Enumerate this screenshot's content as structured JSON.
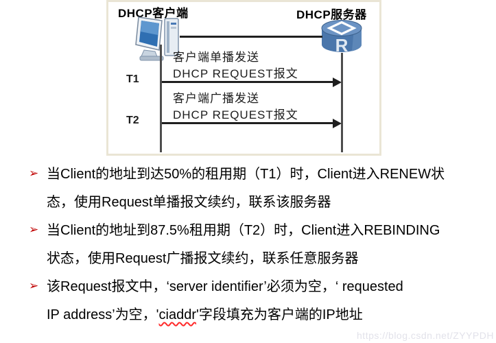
{
  "colors": {
    "bullet_red": "#c00000",
    "line_dark": "#1f1f1f",
    "diagram_border": "#eae5d5",
    "router_blue": "#4a76ab",
    "router_top": "#6b93c4",
    "watermark_gray": "#e2e2ea"
  },
  "diagram": {
    "client_label": "DHCP客户端",
    "server_label": "DHCP服务器",
    "client_icon": "desktop-computer-icon",
    "server_icon": "router-icon",
    "router_letter": "R",
    "t1_label": "T1",
    "t2_label": "T2",
    "arrow1_caption_line1": "客户端单播发送",
    "arrow1_caption_line2": "DHCP REQUEST报文",
    "arrow2_caption_line1": "客户端广播发送",
    "arrow2_caption_line2": "DHCP REQUEST报文"
  },
  "bullets": [
    {
      "marker": "➢",
      "line1": "当Client的地址到达50%的租用期（T1）时，Client进入RENEW状",
      "line2": "态，使用Request单播报文续约，联系该服务器"
    },
    {
      "marker": "➢",
      "line1": "当Client的地址到87.5%租用期（T2）时，Client进入REBINDING",
      "line2": "状态，使用Request广播报文续约，联系任意服务器"
    },
    {
      "marker": "➢",
      "line1": "该Request报文中，‘server identifier’必须为空，‘ requested",
      "line2_pre": "IP address’为空，'",
      "line2_word": "ciaddr",
      "line2_post": "'字段填充为客户端的IP地址"
    }
  ],
  "watermark": "https://blog.csdn.net/ZYYPDH"
}
